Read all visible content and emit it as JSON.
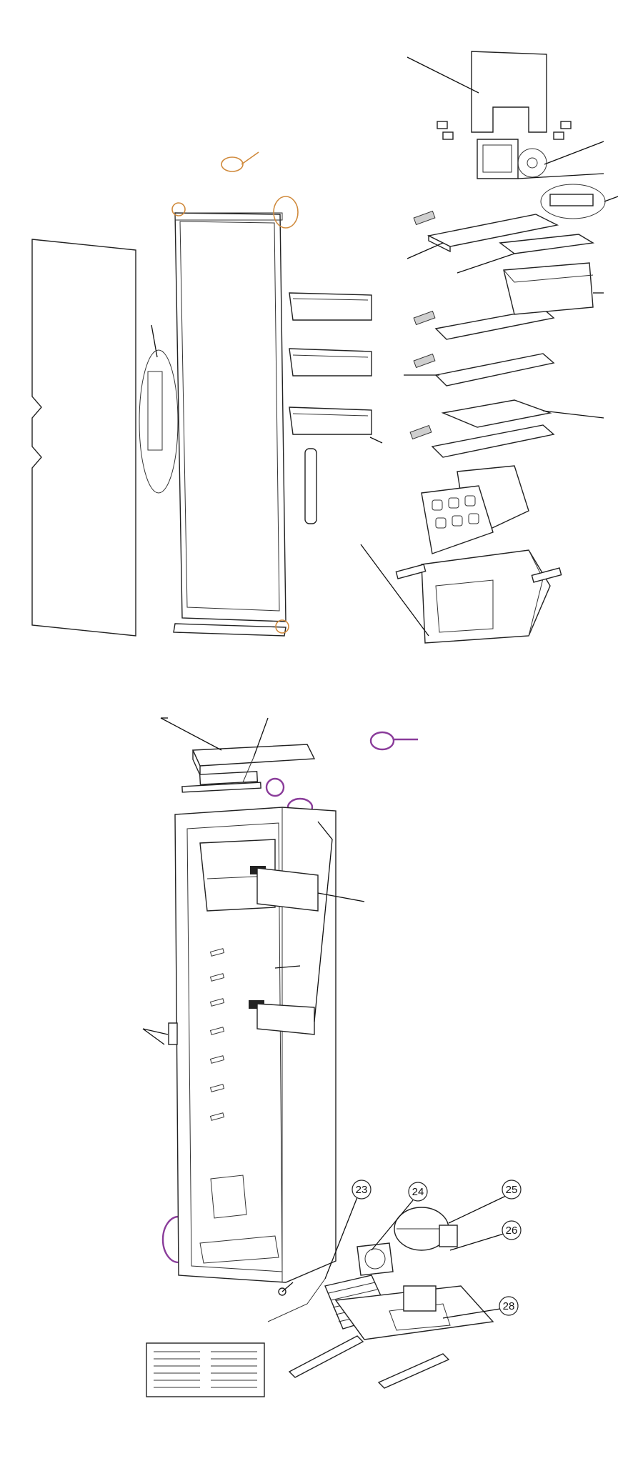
{
  "callouts": [
    {
      "id": "23",
      "label": "23"
    },
    {
      "id": "24",
      "label": "24"
    },
    {
      "id": "25",
      "label": "25"
    },
    {
      "id": "26",
      "label": "26"
    },
    {
      "id": "28",
      "label": "28"
    }
  ],
  "colors": {
    "line": "#222222",
    "orange_highlight": "#d08a3c",
    "purple_highlight": "#8a3c9a",
    "background": "#ffffff"
  }
}
